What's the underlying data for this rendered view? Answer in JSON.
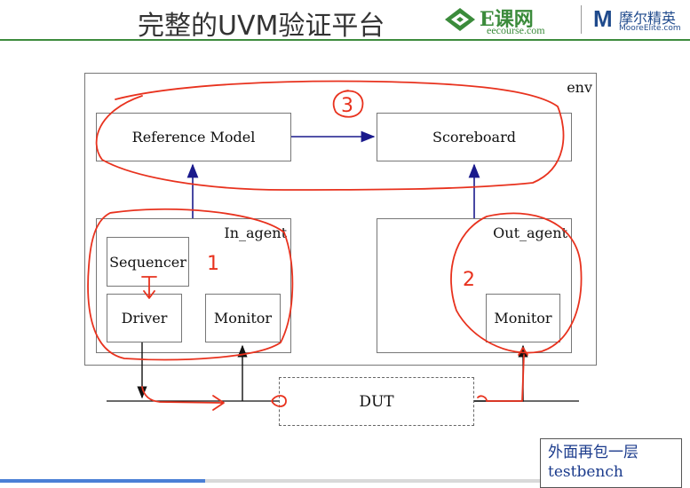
{
  "header": {
    "title": "完整的UVM验证平台",
    "brand_ecourse": "E课网",
    "brand_ecourse_url": "eecourse.com",
    "brand_moore_logo": "M",
    "brand_moore": "摩尔精英",
    "brand_moore_url": "MooreElite.com"
  },
  "diagram": {
    "env_label": "env",
    "reference_model": "Reference Model",
    "scoreboard": "Scoreboard",
    "in_agent": "In_agent",
    "out_agent": "Out_agent",
    "sequencer": "Sequencer",
    "driver": "Driver",
    "in_monitor": "Monitor",
    "out_monitor": "Monitor",
    "dut": "DUT"
  },
  "annotations": {
    "mark_1": "1",
    "mark_2": "2",
    "mark_3": "3"
  },
  "note": {
    "line1": "外面再包一层",
    "line2": "testbench"
  },
  "video_progress_percent": 38,
  "colors": {
    "arrow": "#1a1a8c",
    "annotation": "#e8321e",
    "brand_green": "#3b8b3b",
    "brand_blue": "#1f4a8c"
  }
}
